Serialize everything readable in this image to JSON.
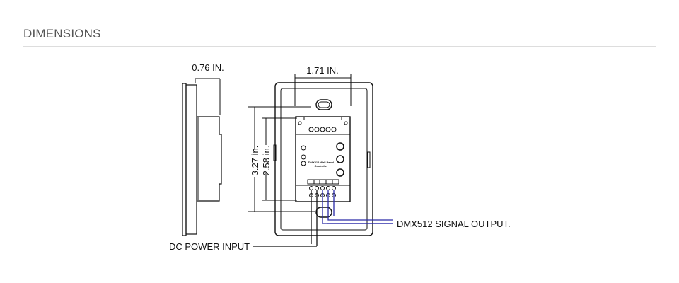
{
  "section": {
    "title": "DIMENSIONS"
  },
  "diagram": {
    "depth_label": "0.76 IN.",
    "width_label": "1.71 IN.",
    "height_outer_label": "3.27 in.",
    "height_inner_label": "2.58 in.",
    "module_label_line1": "DMX512 Wall Panel",
    "module_label_line2": "Controller",
    "dc_input_label": "DC POWER INPUT",
    "dmx_output_label": "DMX512 SIGNAL OUTPUT.",
    "colors": {
      "wire_power": "#111111",
      "wire_signal": "#2a2aa8"
    }
  }
}
